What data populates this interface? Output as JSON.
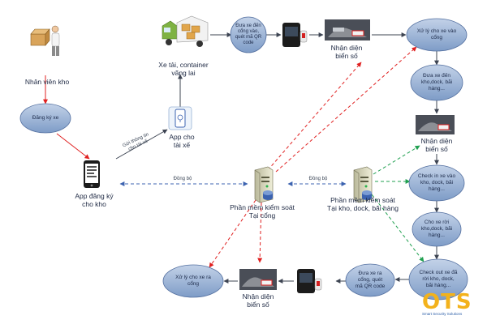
{
  "nodes": {
    "warehouse_staff": "Nhân viên kho",
    "register_vehicle": "Đăng ký xe",
    "warehouse_app": "App đăng ký\ncho kho",
    "driver_app": "App cho\ntài xế",
    "send_info": "Gửi thông tin\ncho tài xế",
    "trucks": "Xe tải, container\nvãng lai",
    "gate_in_qr": "Đưa xe đến\ncổng vào,\nquét mã QR\ncode",
    "plate_top": "Nhận diện\nbiển số",
    "process_gate_in": "Xử lý cho xe vào\ncổng",
    "to_dock": "Đưa xe đến\nkho,dock, bãi\nhàng...",
    "plate_right": "Nhận diện\nbiển số",
    "checkin": "Check in xe vào\nkho, dock, bãi\nhàng...",
    "leave": "Cho xe rời\nkho,dock, bãi\nhàng...",
    "checkout": "Check out xe đã\nrời kho, dock,\nbãi hàng...",
    "gate_out_qr": "Đưa xe ra\ncổng, quét\nmã QR code",
    "plate_bottom": "Nhận diện\nbiển số",
    "process_gate_out": "Xử lý cho xe ra\ncổng",
    "gate_software": "Phần mềm kiểm soát\nTại cổng",
    "warehouse_software": "Phần mềm kiểm soát\nTại kho, dock, bãi hàng",
    "sync_left": "Đồng bộ",
    "sync_right": "Đồng bộ"
  },
  "brand": {
    "logo": "OTS",
    "tagline": "Smart Security Solutions"
  },
  "colors": {
    "oval_fill": "#7e9cc7",
    "oval_fill_light": "#b7c8e0",
    "oval_stroke": "#5470a0",
    "arrow": "#3d4452",
    "red": "#e02020",
    "blue": "#3c63b0",
    "green": "#20a050",
    "gold": "#f3b21c"
  },
  "icons": [
    "worker-icon",
    "smartphone-icon",
    "truck-icon",
    "qr-scanner-icon",
    "plate-camera-icon",
    "server-icon",
    "logo-icon"
  ]
}
